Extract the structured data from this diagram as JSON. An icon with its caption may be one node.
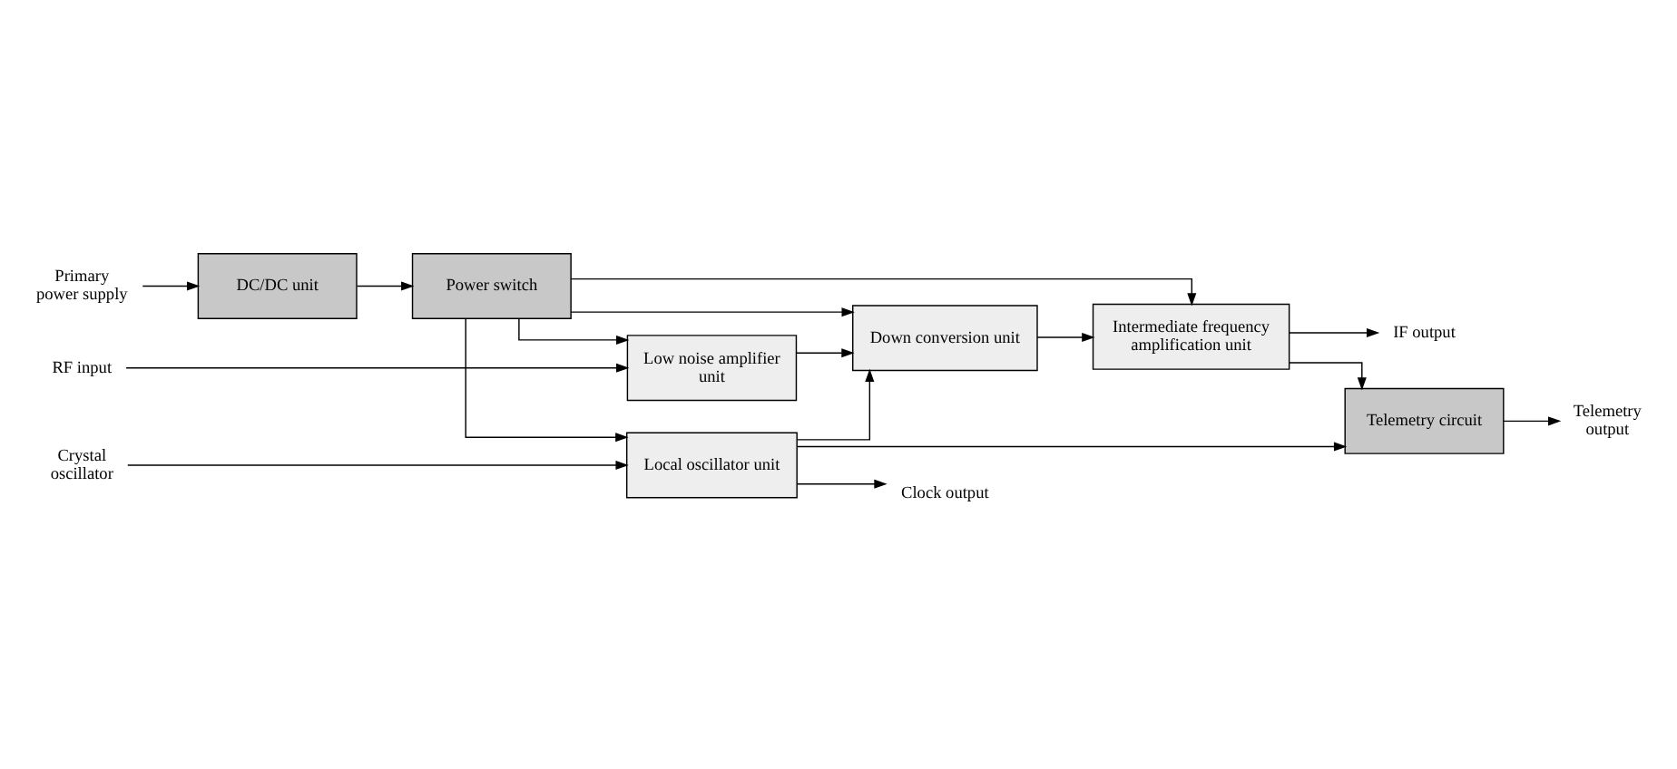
{
  "diagram": {
    "nodes": [
      {
        "text": [
          "Low noise amplifier unit"
        ]
      },
      {
        "text": [
          "Down conversion unit"
        ]
      },
      {
        "text": [
          "Intermediate frequency amplification unit"
        ]
      },
      {
        "text": [
          "Local oscillator unit"
        ]
      },
      {
        "text": [
          "Power switch"
        ]
      },
      {
        "text": [
          "Telemetry circuit"
        ]
      },
      {
        "text": [
          "DC/DC unit"
        ]
      },
      {
        "text": [
          "RF input"
        ]
      },
      {
        "text": [
          "IF output"
        ]
      },
      {
        "text": [
          "Crystal oscillator"
        ]
      },
      {
        "text": [
          "Clock output"
        ]
      },
      {
        "text": [
          "Telemetry output"
        ]
      },
      {
        "text": [
          "Primary power supply"
        ]
      }
    ],
    "edges": [
      {
        "from": 7,
        "to": 0,
        "arrow": "to"
      },
      {
        "from": 0,
        "to": 1,
        "arrow": "to"
      },
      {
        "from": 1,
        "to": 2,
        "arrow": "to"
      },
      {
        "from": 2,
        "to": 8,
        "arrow": "to"
      },
      {
        "from": 4,
        "to": 0,
        "arrow": "to"
      },
      {
        "from": 4,
        "to": 1,
        "arrow": "to"
      },
      {
        "from": 4,
        "to": 2,
        "arrow": "to"
      },
      {
        "from": 3,
        "to": 1,
        "arrow": "to"
      },
      {
        "from": 9,
        "to": 3,
        "arrow": "to"
      },
      {
        "from": 3,
        "to": 10,
        "arrow": "to"
      },
      {
        "from": 4,
        "to": 3,
        "arrow": "to"
      },
      {
        "from": 3,
        "to": 5,
        "arrow": "to"
      },
      {
        "from": 2,
        "to": 5,
        "arrow": "to"
      },
      {
        "from": 5,
        "to": 11,
        "arrow": "to"
      },
      {
        "from": 12,
        "to": 6,
        "arrow": "to"
      },
      {
        "from": 6,
        "to": 4,
        "arrow": "to"
      }
    ]
  }
}
